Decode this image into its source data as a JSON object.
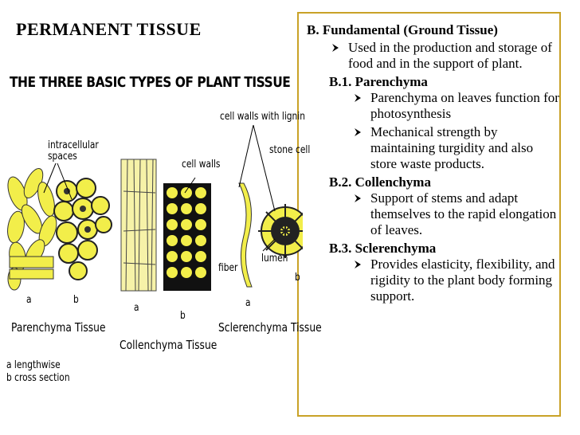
{
  "title": "PERMANENT TISSUE",
  "figure": {
    "heading": "THE THREE BASIC TYPES OF PLANT TISSUE",
    "labels": {
      "intracellular": "intracellular",
      "spaces": "spaces",
      "cell_walls": "cell walls",
      "cell_walls_lignin": "cell walls with lignin",
      "stone_cell": "stone cell",
      "fiber": "fiber",
      "lumen": "lumen",
      "a1": "a",
      "b1": "b",
      "a2": "a",
      "b2": "b",
      "a3": "a",
      "b3": "b",
      "parenchyma": "Parenchyma Tissue",
      "collenchyma": "Collenchyma Tissue",
      "sclerenchyma": "Sclerenchyma Tissue",
      "legend_a": "a lengthwise",
      "legend_b": "b cross section"
    }
  },
  "content": {
    "heading": "B. Fundamental (Ground Tissue)",
    "intro_bullet": "Used in the production and storage of food and in the support of plant.",
    "sections": [
      {
        "title": "B.1. Parenchyma",
        "bullets": [
          "Parenchyma on leaves function for photosynthesis",
          "Mechanical strength by maintaining turgidity and also store waste products."
        ]
      },
      {
        "title": "B.2. Collenchyma",
        "bullets": [
          "Support of stems and adapt themselves to the rapid elongation of leaves."
        ]
      },
      {
        "title": "B.3. Sclerenchyma",
        "bullets": [
          "Provides elasticity, flexibility, and rigidity to the plant body forming support."
        ]
      }
    ]
  },
  "colors": {
    "accent_rule": "#c9a227",
    "cell_fill": "#f2ee4a",
    "cell_dark": "#222222"
  }
}
